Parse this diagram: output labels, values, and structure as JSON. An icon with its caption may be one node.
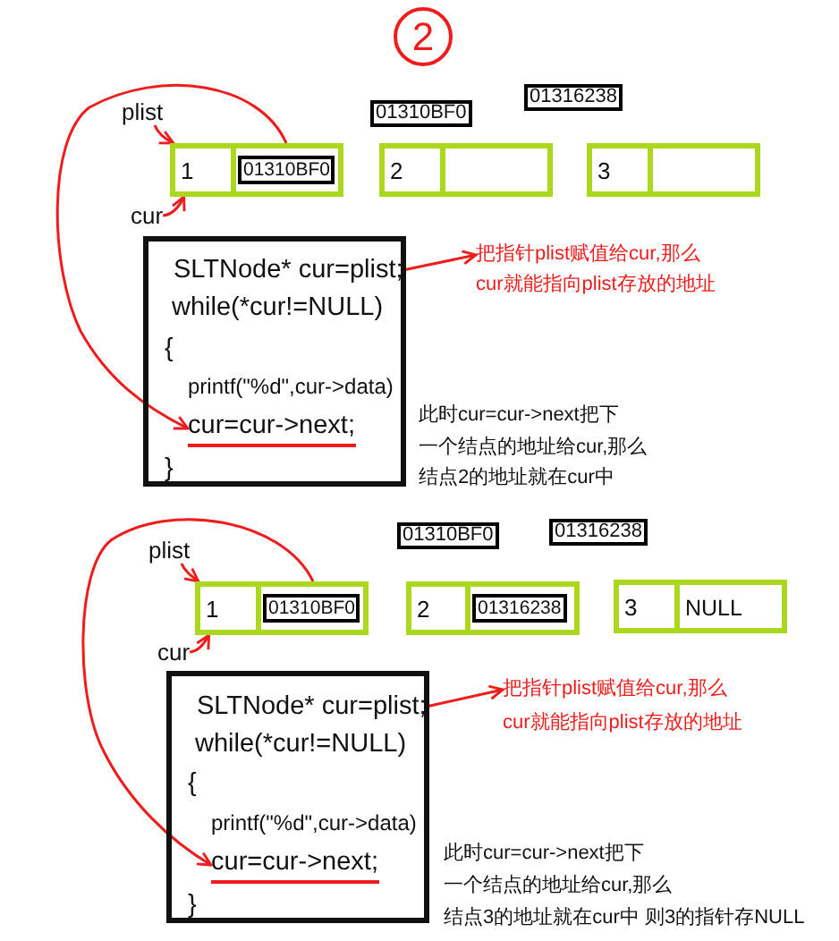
{
  "diagram": {
    "nodes": [
      {
        "text": [
          "2"
        ]
      },
      {
        "text": [
          "plist"
        ]
      },
      {
        "text": [
          "1",
          "01310BF0"
        ]
      },
      {
        "text": [
          "2"
        ],
        "beside": [
          "01310BF0"
        ]
      },
      {
        "text": [
          "3"
        ],
        "beside": [
          "01316238"
        ]
      },
      {
        "text": [
          "cur"
        ]
      },
      {
        "text": [],
        "shape": "box"
      },
      {
        "text": [
          "SLTNode* cur=plist;"
        ],
        "in": 6
      },
      {
        "text": [
          "while(*cur!=NULL)"
        ],
        "in": 6
      },
      {
        "text": [
          "{"
        ],
        "in": 6
      },
      {
        "text": [
          "printf(\"%d\",cur->data)"
        ],
        "in": 6
      },
      {
        "text": [
          "cur=cur->next;"
        ],
        "in": 6
      },
      {
        "text": [
          "}"
        ],
        "in": 6
      },
      {
        "text": [
          "把指针plist赋值给cur,那么cur就能指向plist存放的地址"
        ]
      },
      {
        "text": [
          "plist"
        ]
      },
      {
        "text": [
          "1",
          "01310BF0"
        ]
      },
      {
        "text": [
          "2",
          "01316238"
        ],
        "beside": [
          "01310BF0"
        ]
      },
      {
        "text": [
          "3",
          "NULL"
        ],
        "beside": [
          "01316238"
        ]
      },
      {
        "text": [
          "cur"
        ]
      },
      {
        "text": [],
        "shape": "box"
      },
      {
        "text": [
          "SLTNode* cur=plist;"
        ],
        "in": 19
      },
      {
        "text": [
          "while(*cur!=NULL)"
        ],
        "in": 19
      },
      {
        "text": [
          "{"
        ],
        "in": 19
      },
      {
        "text": [
          "printf(\"%d\",cur->data)"
        ],
        "in": 19
      },
      {
        "text": [
          "cur=cur->next;"
        ],
        "in": 19
      },
      {
        "text": [
          "}"
        ],
        "in": 19
      },
      {
        "text": [
          "把指针plist赋值给cur,那么cur就能指向plist存放的地址"
        ]
      }
    ],
    "edges": [
      {
        "from": 1,
        "to": 2,
        "arrow": "to"
      },
      {
        "from": 5,
        "to": 2,
        "arrow": "to"
      },
      {
        "from": 2,
        "to": 11,
        "arrow": "to"
      },
      {
        "from": 7,
        "to": 13,
        "arrow": "to"
      },
      {
        "from": 14,
        "to": 15,
        "arrow": "to"
      },
      {
        "from": 18,
        "to": 15,
        "arrow": "to"
      },
      {
        "from": 15,
        "to": 24,
        "arrow": "to"
      },
      {
        "from": 20,
        "to": 26,
        "arrow": "to"
      }
    ],
    "labels": [
      "此时cur=cur->next把下一个结点的地址给cur,那么结点2的地址就在cur中",
      "此时cur=cur->next把下一个结点的地址给cur,那么结点3的地址就在cur中 则3的指针存NULL"
    ]
  }
}
